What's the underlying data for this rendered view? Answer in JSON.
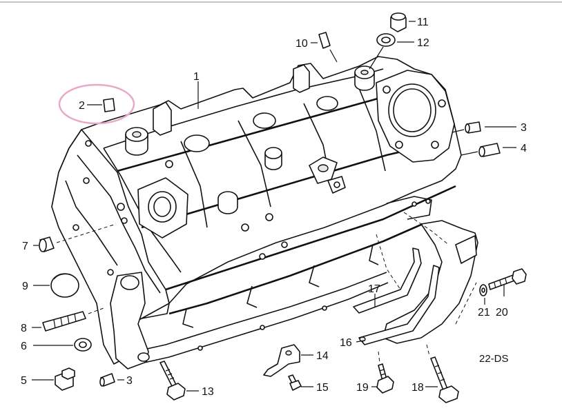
{
  "drawing_code": "22-DS",
  "highlight_color": "#e8a8c8",
  "part_labels": {
    "p1": "1",
    "p2": "2",
    "p3a": "3",
    "p3b": "3",
    "p4": "4",
    "p5": "5",
    "p6": "6",
    "p7": "7",
    "p8": "8",
    "p9": "9",
    "p10": "10",
    "p11": "11",
    "p12": "12",
    "p13": "13",
    "p14": "14",
    "p15": "15",
    "p16": "16",
    "p17": "17",
    "p18": "18",
    "p19": "19",
    "p20": "20",
    "p21": "21"
  }
}
